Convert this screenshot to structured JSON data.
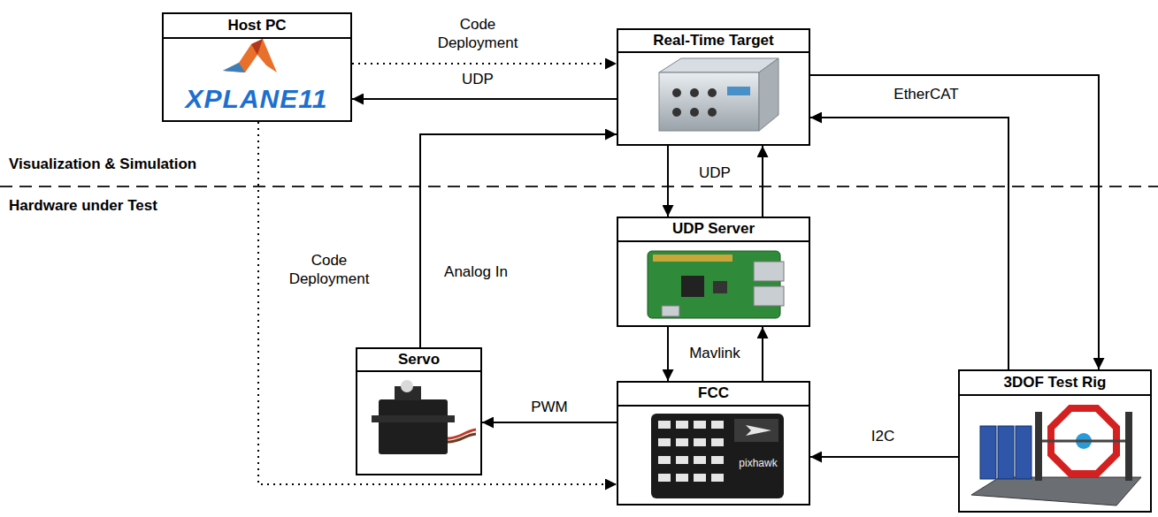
{
  "diagram": {
    "nodes": [
      {
        "text": [
          "Host PC"
        ]
      },
      {
        "text": [
          "Real-Time Target"
        ]
      },
      {
        "text": [
          "UDP Server"
        ]
      },
      {
        "text": [
          "Servo"
        ]
      },
      {
        "text": [
          "FCC"
        ]
      },
      {
        "text": [
          "3DOF Test Rig"
        ]
      }
    ],
    "edges": [
      {
        "from": 0,
        "to": 1,
        "arrow": "to",
        "label": "Code Deployment"
      },
      {
        "from": 1,
        "to": 0,
        "arrow": "to",
        "label": "UDP"
      },
      {
        "from": 1,
        "to": 2,
        "arrow": "to",
        "label": "UDP"
      },
      {
        "from": 2,
        "to": 1,
        "arrow": "to"
      },
      {
        "from": 2,
        "to": 4,
        "arrow": "to",
        "label": "Mavlink"
      },
      {
        "from": 4,
        "to": 2,
        "arrow": "to"
      },
      {
        "from": 4,
        "to": 3,
        "arrow": "to",
        "label": "PWM"
      },
      {
        "from": 3,
        "to": 1,
        "arrow": "to",
        "label": "Analog In"
      },
      {
        "from": 1,
        "to": 5,
        "arrow": "to",
        "label": "EtherCAT"
      },
      {
        "from": 5,
        "to": 1,
        "arrow": "to"
      },
      {
        "from": 5,
        "to": 4,
        "arrow": "to",
        "label": "I2C"
      },
      {
        "from": 0,
        "to": 4,
        "arrow": "to",
        "label": "Code Deployment"
      }
    ],
    "labels": [
      "Visualization & Simulation",
      "Hardware under Test",
      "XPLANE11",
      "pixhawk"
    ]
  }
}
